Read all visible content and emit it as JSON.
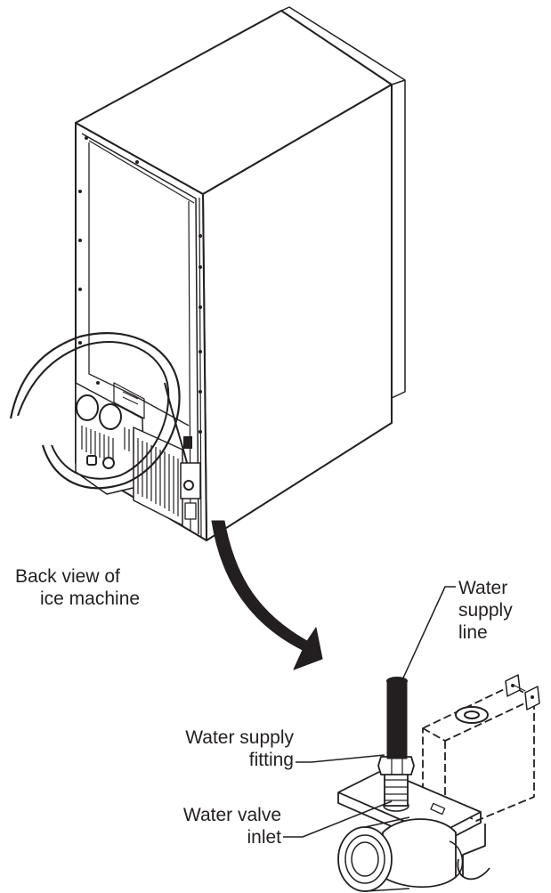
{
  "labels": {
    "back_view_line1": "Back view of",
    "back_view_line2": "ice machine",
    "water_supply_line_1": "Water",
    "water_supply_line_2": "supply",
    "water_supply_line_3": "line",
    "water_supply_fitting_1": "Water supply",
    "water_supply_fitting_2": "fitting",
    "water_valve_inlet_1": "Water valve",
    "water_valve_inlet_2": "inlet"
  },
  "colors": {
    "line": "#231f20",
    "background": "#ffffff",
    "shade": "#cfcfcf"
  }
}
